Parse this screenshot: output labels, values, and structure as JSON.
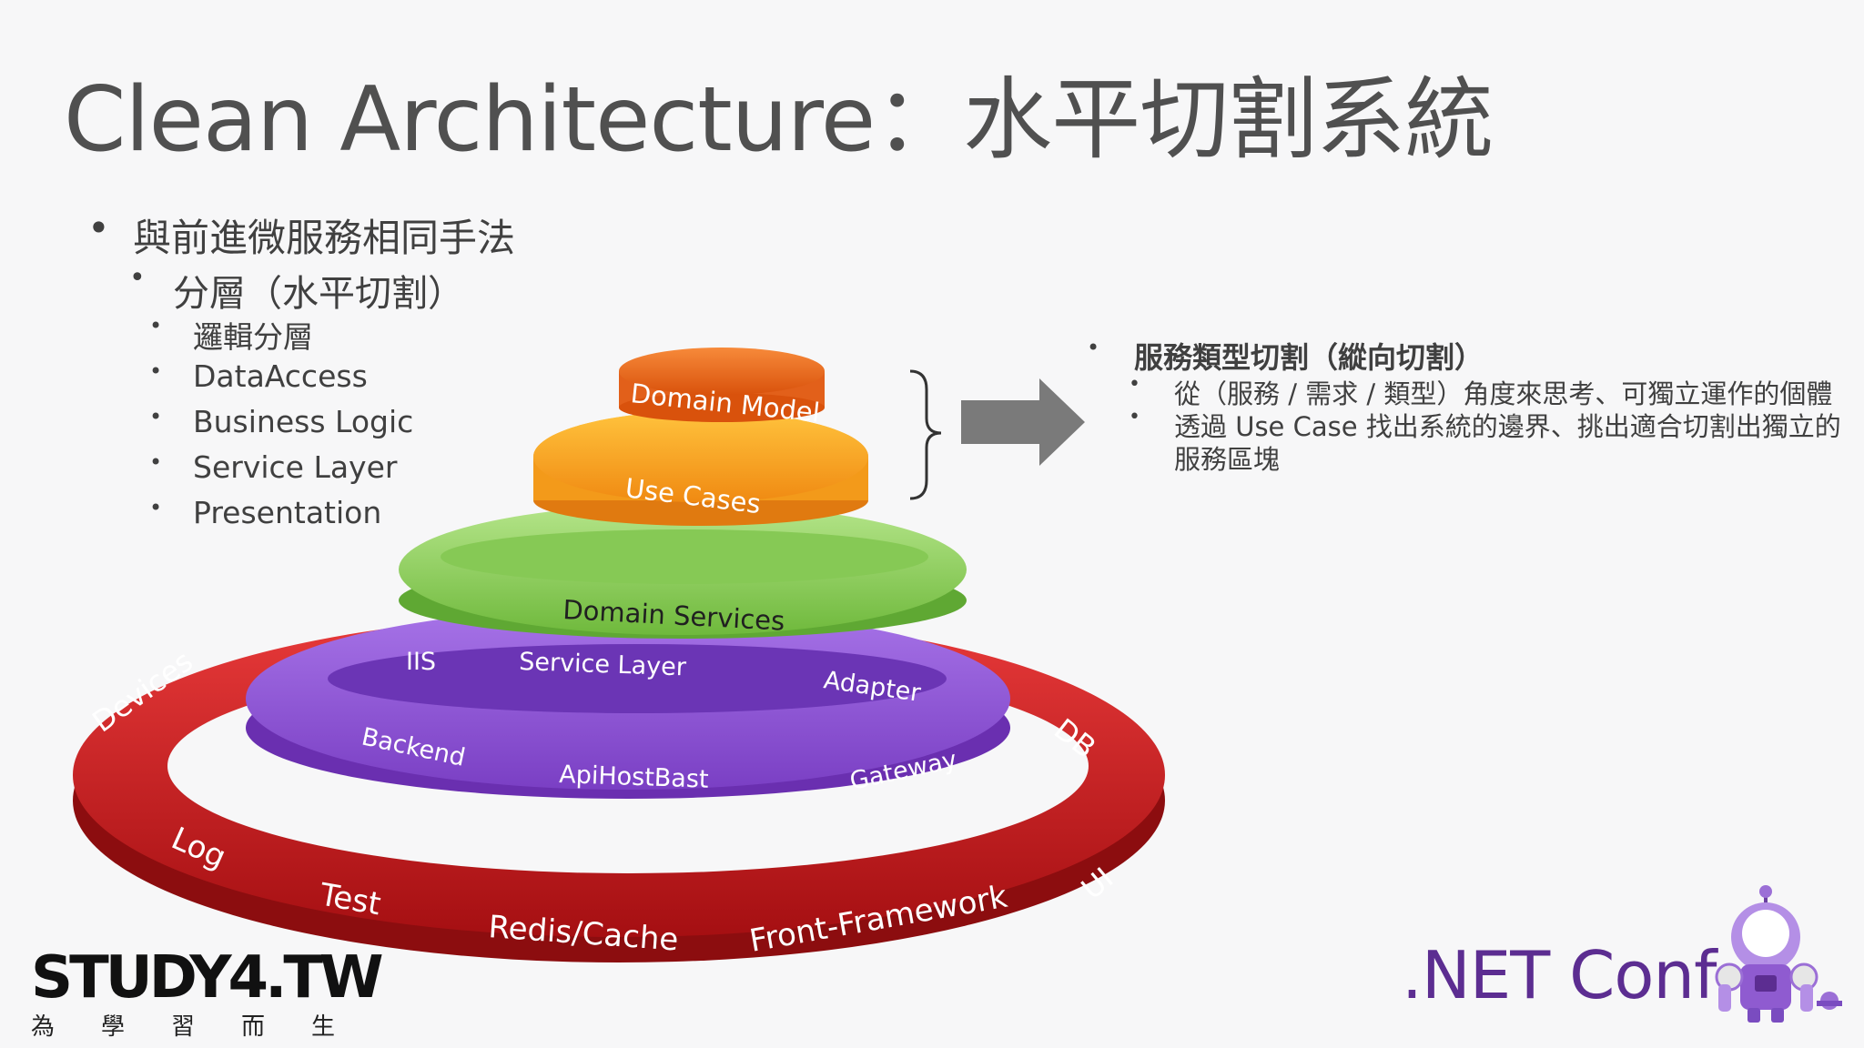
{
  "title": "Clean Architecture：水平切割系統",
  "left_bullets": {
    "level1": "與前進微服務相同手法",
    "level2": "分層（水平切割）",
    "level3": [
      "邏輯分層",
      "DataAccess",
      "Business Logic",
      "Service Layer",
      "Presentation"
    ]
  },
  "right_bullets": {
    "heading": "服務類型切割（縱向切割）",
    "items": [
      "從（服務 / 需求 / 類型）角度來思考、可獨立運作的個體",
      "透過 Use Case 找出系統的邊界、挑出適合切割出獨立的",
      "服務區塊"
    ]
  },
  "diagram": {
    "rings": {
      "domain_model": {
        "label": "Domain Model",
        "color": "#f26a1b"
      },
      "use_cases": {
        "label": "Use Cases",
        "color": "#f6a21c"
      },
      "domain_services": {
        "label": "Domain Services",
        "color": "#8fd14f"
      },
      "service_layer": {
        "color": "#8f55d6",
        "labels": [
          "IIS",
          "Service Layer",
          "Adapter",
          "Backend",
          "ApiHostBast",
          "Gateway"
        ]
      },
      "outer": {
        "color": "#d61f1f",
        "labels": [
          "Devices",
          "DB",
          "Log",
          "Test",
          "Redis/Cache",
          "Front-Framework",
          "UI"
        ]
      }
    },
    "arrow_color": "#7a7a7a"
  },
  "logos": {
    "study4": "STUDY4.TW",
    "study4_sub": "為學習而生",
    "netconf": ".NET Conf"
  }
}
